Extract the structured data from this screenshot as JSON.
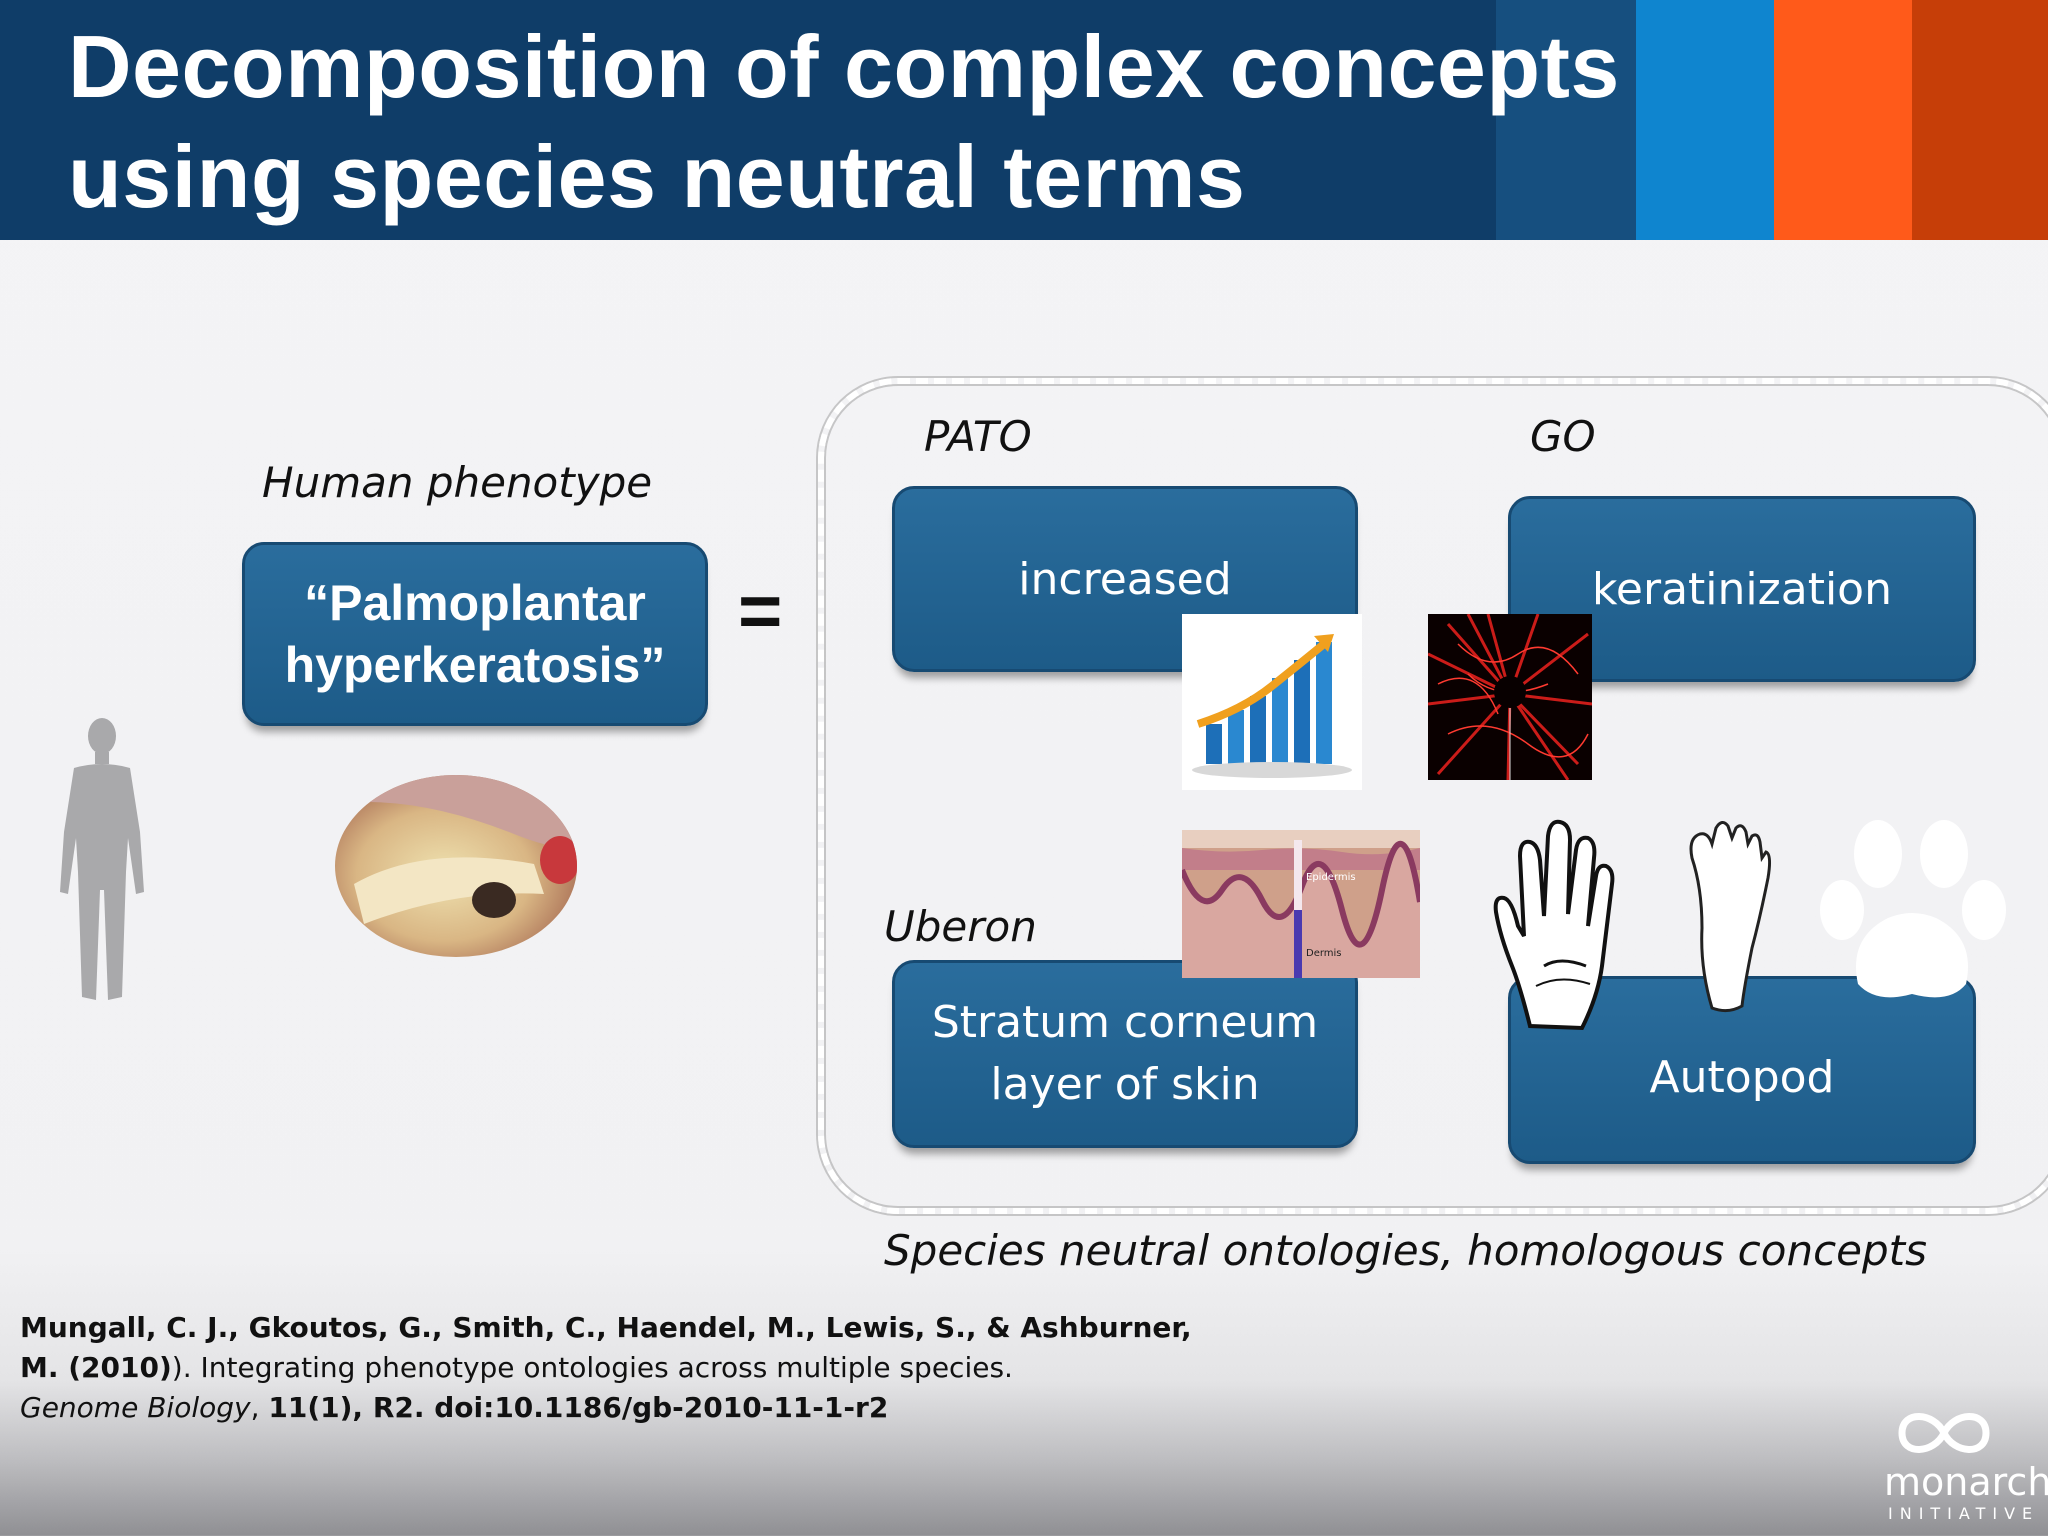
{
  "header": {
    "title_line1": "Decomposition of complex concepts",
    "title_line2": "using species neutral terms"
  },
  "left": {
    "label": "Human phenotype",
    "box_line1": "“Palmoplantar",
    "box_line2": "hyperkeratosis”",
    "equals": "="
  },
  "ontologies": {
    "pato_label": "PATO",
    "pato_box": "increased",
    "go_label": "GO",
    "go_box": "keratinization",
    "uberon_label": "Uberon",
    "uberon_box_line1": "Stratum corneum",
    "uberon_box_line2": "layer of skin",
    "autopod_box": "Autopod",
    "caption": "Species neutral ontologies, homologous concepts"
  },
  "histology": {
    "epidermis": "Epidermis",
    "dermis": "Dermis"
  },
  "reference": {
    "line1": "Mungall, C. J., Gkoutos, G., Smith, C., Haendel, M., Lewis, S., & Ashburner,",
    "line2_bold": "M. (2010)",
    "line2_rest": "). Integrating phenotype ontologies across multiple species.",
    "line3_journal": "Genome Biology",
    "line3_sep": ", ",
    "line3_bold": "11(1), R2. doi:10.1186/gb-2010-11-1-r2"
  },
  "logo": {
    "word": "monarch",
    "sub": "INITIATIVE"
  },
  "colors": {
    "header_bg": "#0f3d68",
    "stripe_blue": "#0f85cf",
    "stripe_orange": "#ff5a1a",
    "box_blue": "#1f5f8e"
  }
}
